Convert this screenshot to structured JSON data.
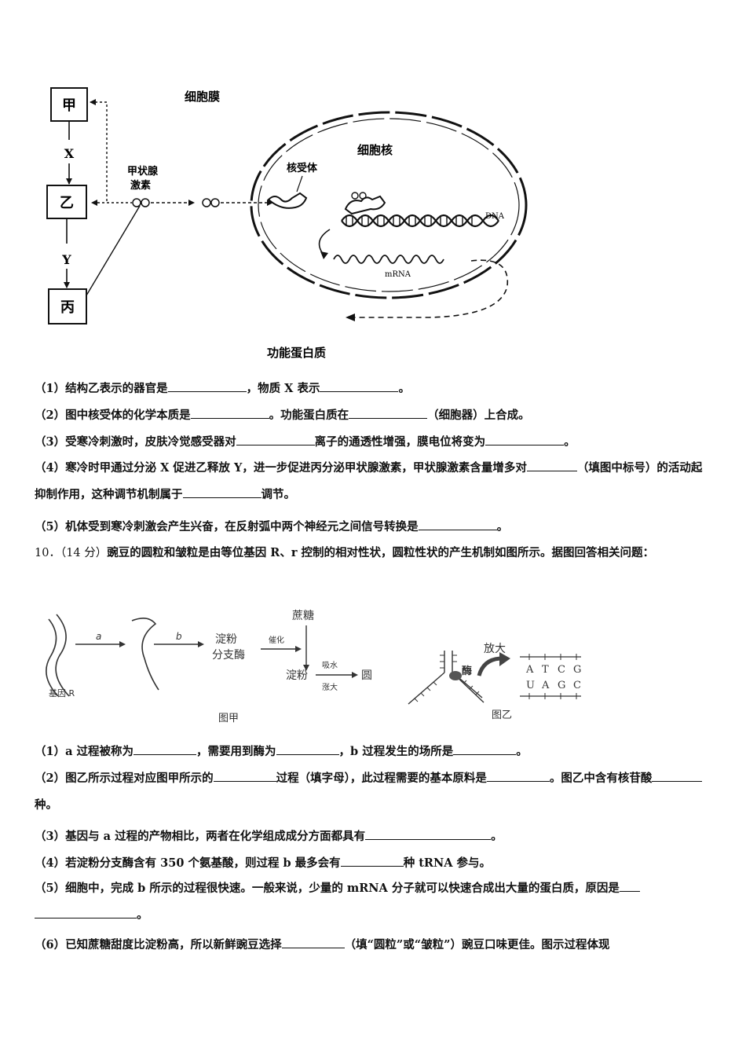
{
  "figure1": {
    "labels": {
      "jia": "甲",
      "yi": "乙",
      "bing": "丙",
      "x": "X",
      "y": "Y",
      "hormone": [
        "甲状腺",
        "激素"
      ],
      "cell_membrane": "细胞膜",
      "nucleus": "细胞核",
      "receptor": "核受体",
      "dna": "DNA",
      "mrna": "mRNA",
      "functional_protein": "功能蛋白质"
    }
  },
  "q9": {
    "p1": {
      "a": "（1）结构乙表示的器官是",
      "b": "，物质 X 表示",
      "c": "。"
    },
    "p2": {
      "a": "（2）图中核受体的化学本质是",
      "b": "。功能蛋白质在",
      "c": "（细胞器）上合成。"
    },
    "p3": {
      "a": "（3）受寒冷刺激时，皮肤冷觉感受器对",
      "b": "离子的通透性增强，膜电位将变为",
      "c": "。"
    },
    "p4": {
      "a": "（4）寒冷时甲通过分泌 X 促进乙释放 Y，进一步促进丙分泌甲状腺激素，甲状腺激素含量增多对",
      "b": "（填图中标号）的活动起抑制作用，这种调节机制属于",
      "c": "调节。"
    },
    "p5": {
      "a": "（5）机体受到寒冷刺激会产生兴奋，在反射弧中两个神经元之间信号转换是",
      "b": "。"
    }
  },
  "q10": {
    "header": {
      "num": "10．（14 分）",
      "text": "豌豆的圆粒和皱粒是由等位基因 R、r 控制的相对性状，圆粒性状的产生机制如图所示。据图回答相关问题："
    }
  },
  "figure2": {
    "gene_r": "基因 R",
    "a": "a",
    "b": "b",
    "enzyme": [
      "淀粉",
      "分支酶"
    ],
    "catalyze": "催化",
    "sucrose": "蔗糖",
    "starch": "淀粉",
    "absorb": "吸水",
    "swell": "涨大",
    "round": "圆",
    "caption_jia": "图甲",
    "enzyme_yi": "酶",
    "magnify": "放大",
    "dna_row": [
      "A",
      "T",
      "C",
      "G"
    ],
    "rna_row": [
      "U",
      "A",
      "G",
      "C"
    ],
    "caption_yi": "图乙"
  },
  "q10b": {
    "p1": {
      "a": "（1）a 过程被称为",
      "b": "，需要用到酶为",
      "c": "，b 过程发生的场所是",
      "d": "。"
    },
    "p2": {
      "a": "（2）图乙所示过程对应图甲所示的",
      "b": "过程（填字母），此过程需要的基本原料是",
      "c": "。图乙中含有核苷酸",
      "d": "种。"
    },
    "p3": {
      "a": "（3）基因与 a 过程的产物相比，两者在化学组成成分方面都具有",
      "b": "。"
    },
    "p4": {
      "a": "（4）若淀粉分支酶含有 350 个氨基酸，则过程 b 最多会有",
      "b": "种 tRNA 参与。"
    },
    "p5": {
      "a": "（5）细胞中，完成 b 所示的过程很快速。一般来说，少量的 mRNA 分子就可以快速合成出大量的蛋白质，原因是",
      "b": "。"
    },
    "p6": {
      "a": "（6）已知蔗糖甜度比淀粉高，所以新鲜豌豆选择",
      "b": "（填“圆粒”或“皱粒”）豌豆口味更佳。图示过程体现"
    }
  }
}
